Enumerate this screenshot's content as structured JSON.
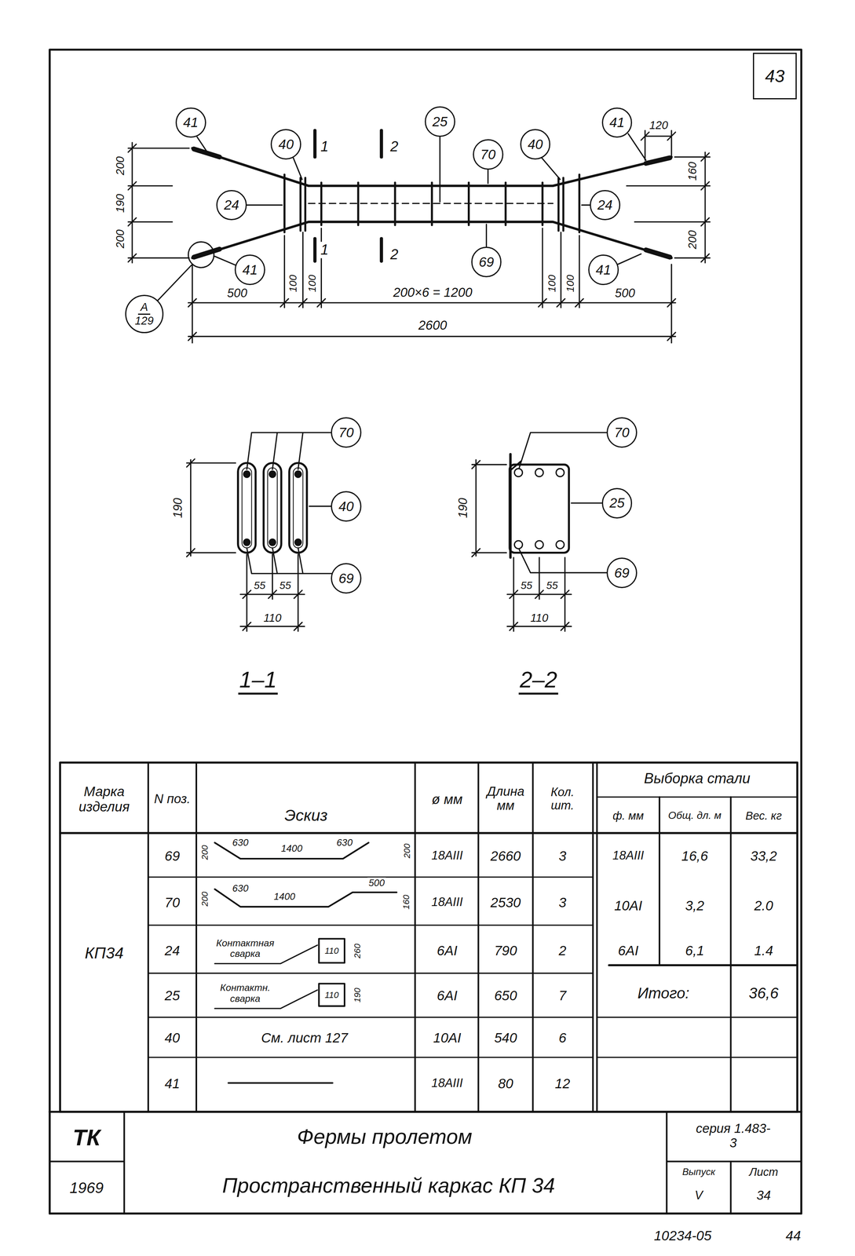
{
  "diagram": {
    "nodes": [
      {
        "text": [
          "43"
        ]
      },
      {
        "text": [
          "41"
        ]
      },
      {
        "text": [
          "40"
        ]
      },
      {
        "text": [
          "25"
        ]
      },
      {
        "text": [
          "70"
        ]
      },
      {
        "text": [
          "40"
        ]
      },
      {
        "text": [
          "41"
        ]
      },
      {
        "text": [
          "24"
        ]
      },
      {
        "text": [
          "24"
        ]
      },
      {
        "text": [
          "41"
        ]
      },
      {
        "text": [
          "69"
        ]
      },
      {
        "text": [
          "41"
        ]
      },
      {
        "text": [
          "А",
          "129"
        ]
      },
      {
        "text": [
          "70"
        ]
      },
      {
        "text": [
          "40"
        ]
      },
      {
        "text": [
          "69"
        ]
      },
      {
        "text": [
          "70"
        ]
      },
      {
        "text": [
          "25"
        ]
      },
      {
        "text": [
          "69"
        ]
      }
    ],
    "labels": [
      "1",
      "2",
      "1",
      "2",
      "200",
      "190",
      "200",
      "120",
      "160",
      "200",
      "500",
      "100",
      "100",
      "200×6 = 1200",
      "100",
      "100",
      "500",
      "2600",
      "190",
      "55",
      "55",
      "110",
      "1–1",
      "190",
      "55",
      "55",
      "110",
      "2–2",
      "Марка изделия",
      "N поз.",
      "Эскиз",
      "ø мм",
      "Длина мм",
      "Кол. шт.",
      "Выборка стали",
      "ф. мм",
      "Общ. дл. м",
      "Вес. кг",
      "КП34",
      "69",
      "200",
      "630",
      "1400",
      "630",
      "200",
      "18АIII",
      "2660",
      "3",
      "70",
      "200",
      "630",
      "1400",
      "500",
      "160",
      "18АIII",
      "2530",
      "3",
      "24",
      "Контактная сварка",
      "110",
      "260",
      "6АI",
      "790",
      "2",
      "25",
      "Контактн. сварка",
      "110",
      "190",
      "6АI",
      "650",
      "7",
      "40",
      "См. лист 127",
      "10АI",
      "540",
      "6",
      "41",
      "18АIII",
      "80",
      "12",
      "18АIII",
      "16,6",
      "33,2",
      "10АI",
      "3,2",
      "2.0",
      "6АI",
      "6,1",
      "1.4",
      "Итого:",
      "36,6",
      "ТК",
      "1969",
      "Фермы пролетом",
      "Пространственный каркас КП 34",
      "серия 1.483-3",
      "Выпуск",
      "V",
      "Лист",
      "34",
      "10234-05",
      "44"
    ]
  }
}
